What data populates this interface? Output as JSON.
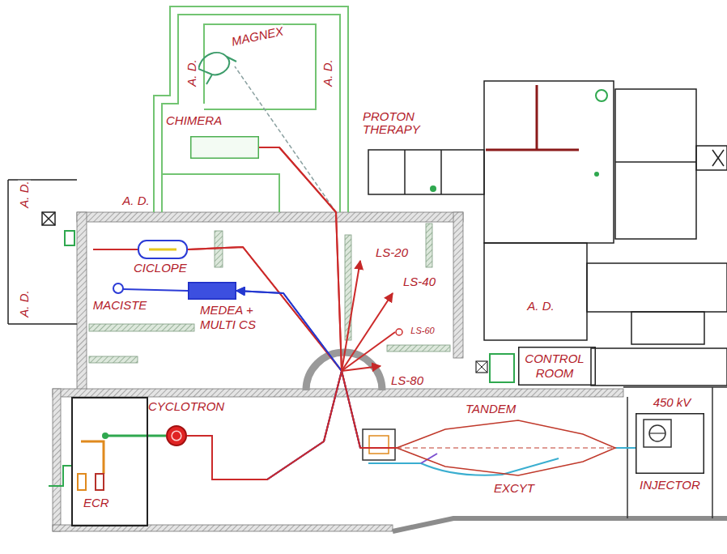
{
  "diagram": {
    "nodes": [
      {
        "text": [
          "CHIMERA"
        ]
      },
      {
        "text": [
          "CICLOPE"
        ]
      },
      {
        "text": [
          "MEDEA + MULTI CS"
        ]
      },
      {
        "text": [
          "ECR"
        ]
      },
      {
        "text": [
          "CYCLOTRON"
        ]
      },
      {
        "text": [
          "TANDEM"
        ]
      },
      {
        "text": [
          "INJECTOR"
        ]
      },
      {
        "text": [
          "CONTROL ROOM"
        ]
      }
    ],
    "edges": [
      {
        "from": 3,
        "to": 4,
        "arrow": "none"
      },
      {
        "from": 4,
        "to": 1,
        "arrow": "none"
      },
      {
        "from": 4,
        "to": 2,
        "arrow": "to"
      },
      {
        "from": 4,
        "to": 0,
        "arrow": "none"
      },
      {
        "from": 6,
        "to": 5,
        "arrow": "none"
      },
      {
        "from": 5,
        "to": 1,
        "arrow": "none"
      },
      {
        "from": 5,
        "to": 2,
        "arrow": "to"
      },
      {
        "from": 5,
        "to": 0,
        "arrow": "none"
      }
    ],
    "labels": [
      "MAGNEX",
      "A. D.",
      "A. D.",
      "PROTON THERAPY",
      "A. D.",
      "A. D.",
      "A. D.",
      "LS-20",
      "LS-40",
      "LS-60",
      "LS-80",
      "MACISTE",
      "A. D.",
      "EXCYT",
      "450 kV"
    ]
  }
}
